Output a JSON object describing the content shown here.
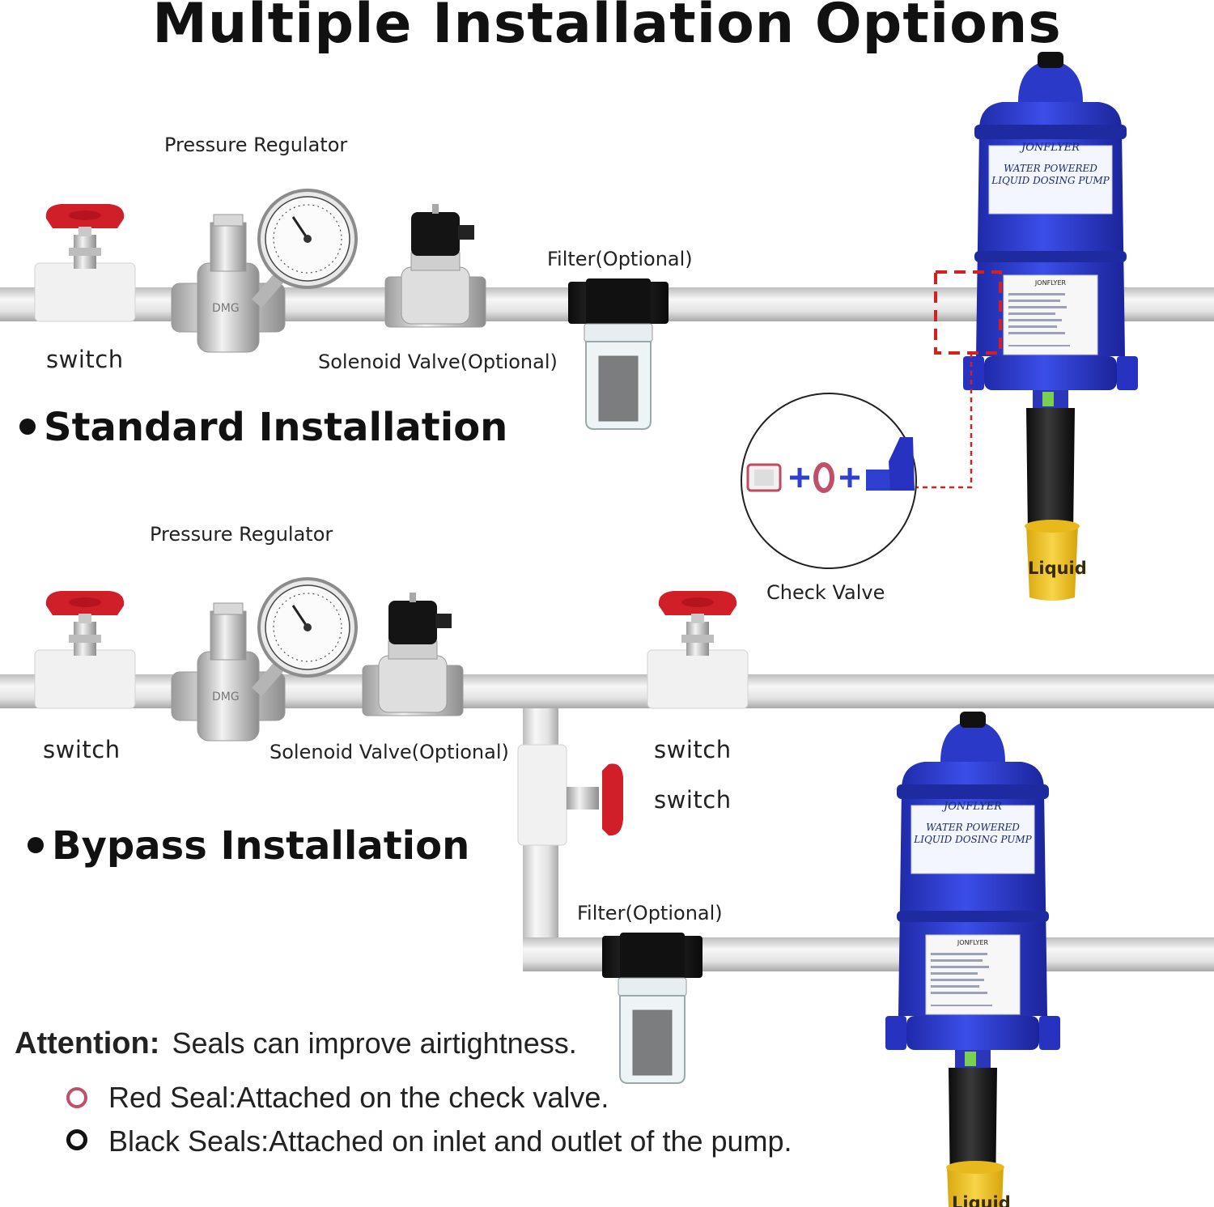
{
  "title": "Multiple Installation Options",
  "standard": {
    "heading": "Standard Installation",
    "labels": {
      "pressure_regulator": "Pressure Regulator",
      "switch": "switch",
      "solenoid_valve": "Solenoid Valve(Optional)",
      "filter": "Filter(Optional)",
      "check_valve": "Check Valve",
      "liquid": "Liquid"
    }
  },
  "bypass": {
    "heading": "Bypass Installation",
    "labels": {
      "pressure_regulator": "Pressure Regulator",
      "switch_left": "switch",
      "solenoid_valve": "Solenoid Valve(Optional)",
      "switch_upper": "switch",
      "switch_lower": "switch",
      "filter": "Filter(Optional)",
      "liquid": "Liquid"
    }
  },
  "pump_label": {
    "brand": "JONFLYER",
    "line1": "WATER POWERED",
    "line2": "LIQUID DOSING PUMP",
    "plate_brand": "JONFLYER"
  },
  "attention": {
    "heading": "Attention:",
    "text": "Seals can improve airtightness.",
    "items": [
      {
        "text": "Red Seal:Attached on the check valve.",
        "color": "#c0506a",
        "icon": "red-seal-ring-icon"
      },
      {
        "text": "Black Seals:Attached on inlet and outlet of the pump.",
        "color": "#111111",
        "icon": "black-seal-ring-icon"
      }
    ]
  },
  "colors": {
    "pump_blue": "#2f3fd0",
    "valve_red": "#d11f2a",
    "dashed_red": "#d42020",
    "liquid_yellow": "#f2c52a",
    "pipe": "#dcdcdc"
  }
}
